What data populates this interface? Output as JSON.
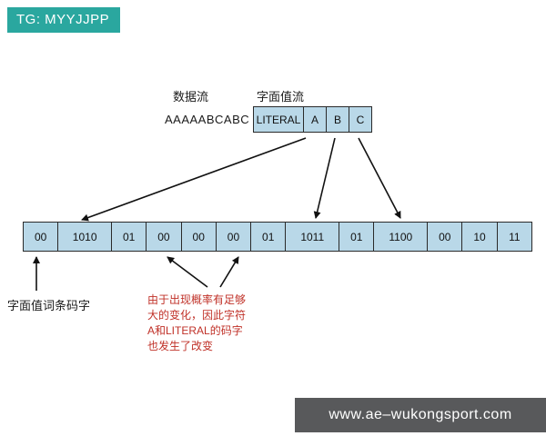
{
  "banner": {
    "text": "TG: MYYJJPP",
    "bg": "#2aa79f"
  },
  "labels": {
    "data_stream": "数据流",
    "literal_stream": "字面值流",
    "input_string": "AAAAABCABC",
    "literal_codeword": "字面值词条码字"
  },
  "literal_row": {
    "cells": [
      "LITERAL",
      "A",
      "B",
      "C"
    ]
  },
  "code_row": {
    "cells": [
      "00",
      "1010",
      "01",
      "00",
      "00",
      "00",
      "01",
      "1011",
      "01",
      "1100",
      "00",
      "10",
      "11"
    ]
  },
  "note": {
    "line1": "由于出现概率有足够",
    "line2": "大的变化，因此字符",
    "line3": "A和LITERAL的码字",
    "line4": "也发生了改变",
    "color": "#c03128"
  },
  "footer": {
    "text": "www.ae–wukongsport.com",
    "bg": "#58595b"
  },
  "colors": {
    "box_fill": "#b9d8e8",
    "box_border": "#2a2a2a",
    "arrow": "#111111"
  }
}
